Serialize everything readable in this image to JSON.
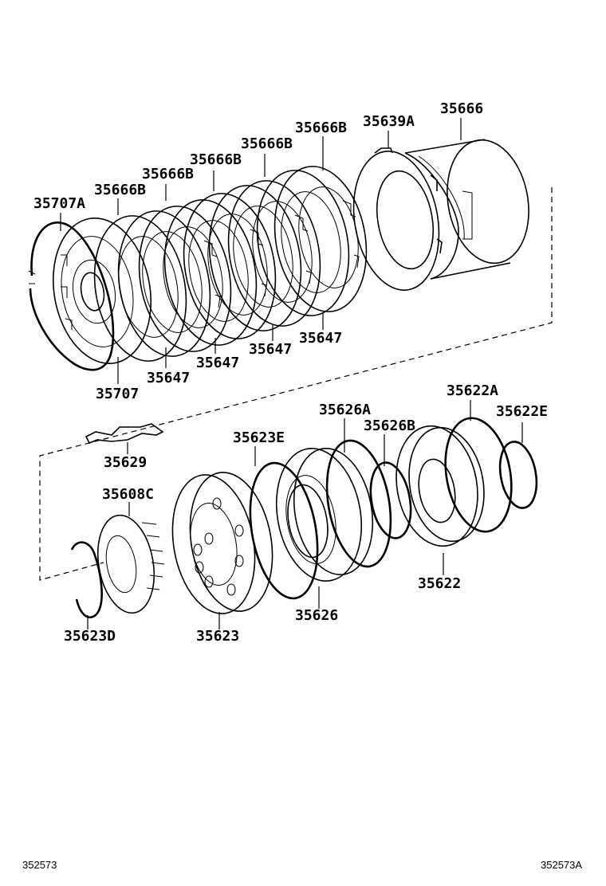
{
  "labels": {
    "p35666": "35666",
    "p35639A": "35639A",
    "p35666B_1": "35666B",
    "p35666B_2": "35666B",
    "p35666B_3": "35666B",
    "p35666B_4": "35666B",
    "p35666B_5": "35666B",
    "p35707A": "35707A",
    "p35707": "35707",
    "p35647_1": "35647",
    "p35647_2": "35647",
    "p35647_3": "35647",
    "p35647_4": "35647",
    "p35629": "35629",
    "p35608C": "35608C",
    "p35623D": "35623D",
    "p35623E": "35623E",
    "p35623": "35623",
    "p35626A": "35626A",
    "p35626B": "35626B",
    "p35626": "35626",
    "p35622A": "35622A",
    "p35622E": "35622E",
    "p35622": "35622"
  },
  "footer": {
    "left_code": "352573",
    "right_code": "352573A"
  }
}
